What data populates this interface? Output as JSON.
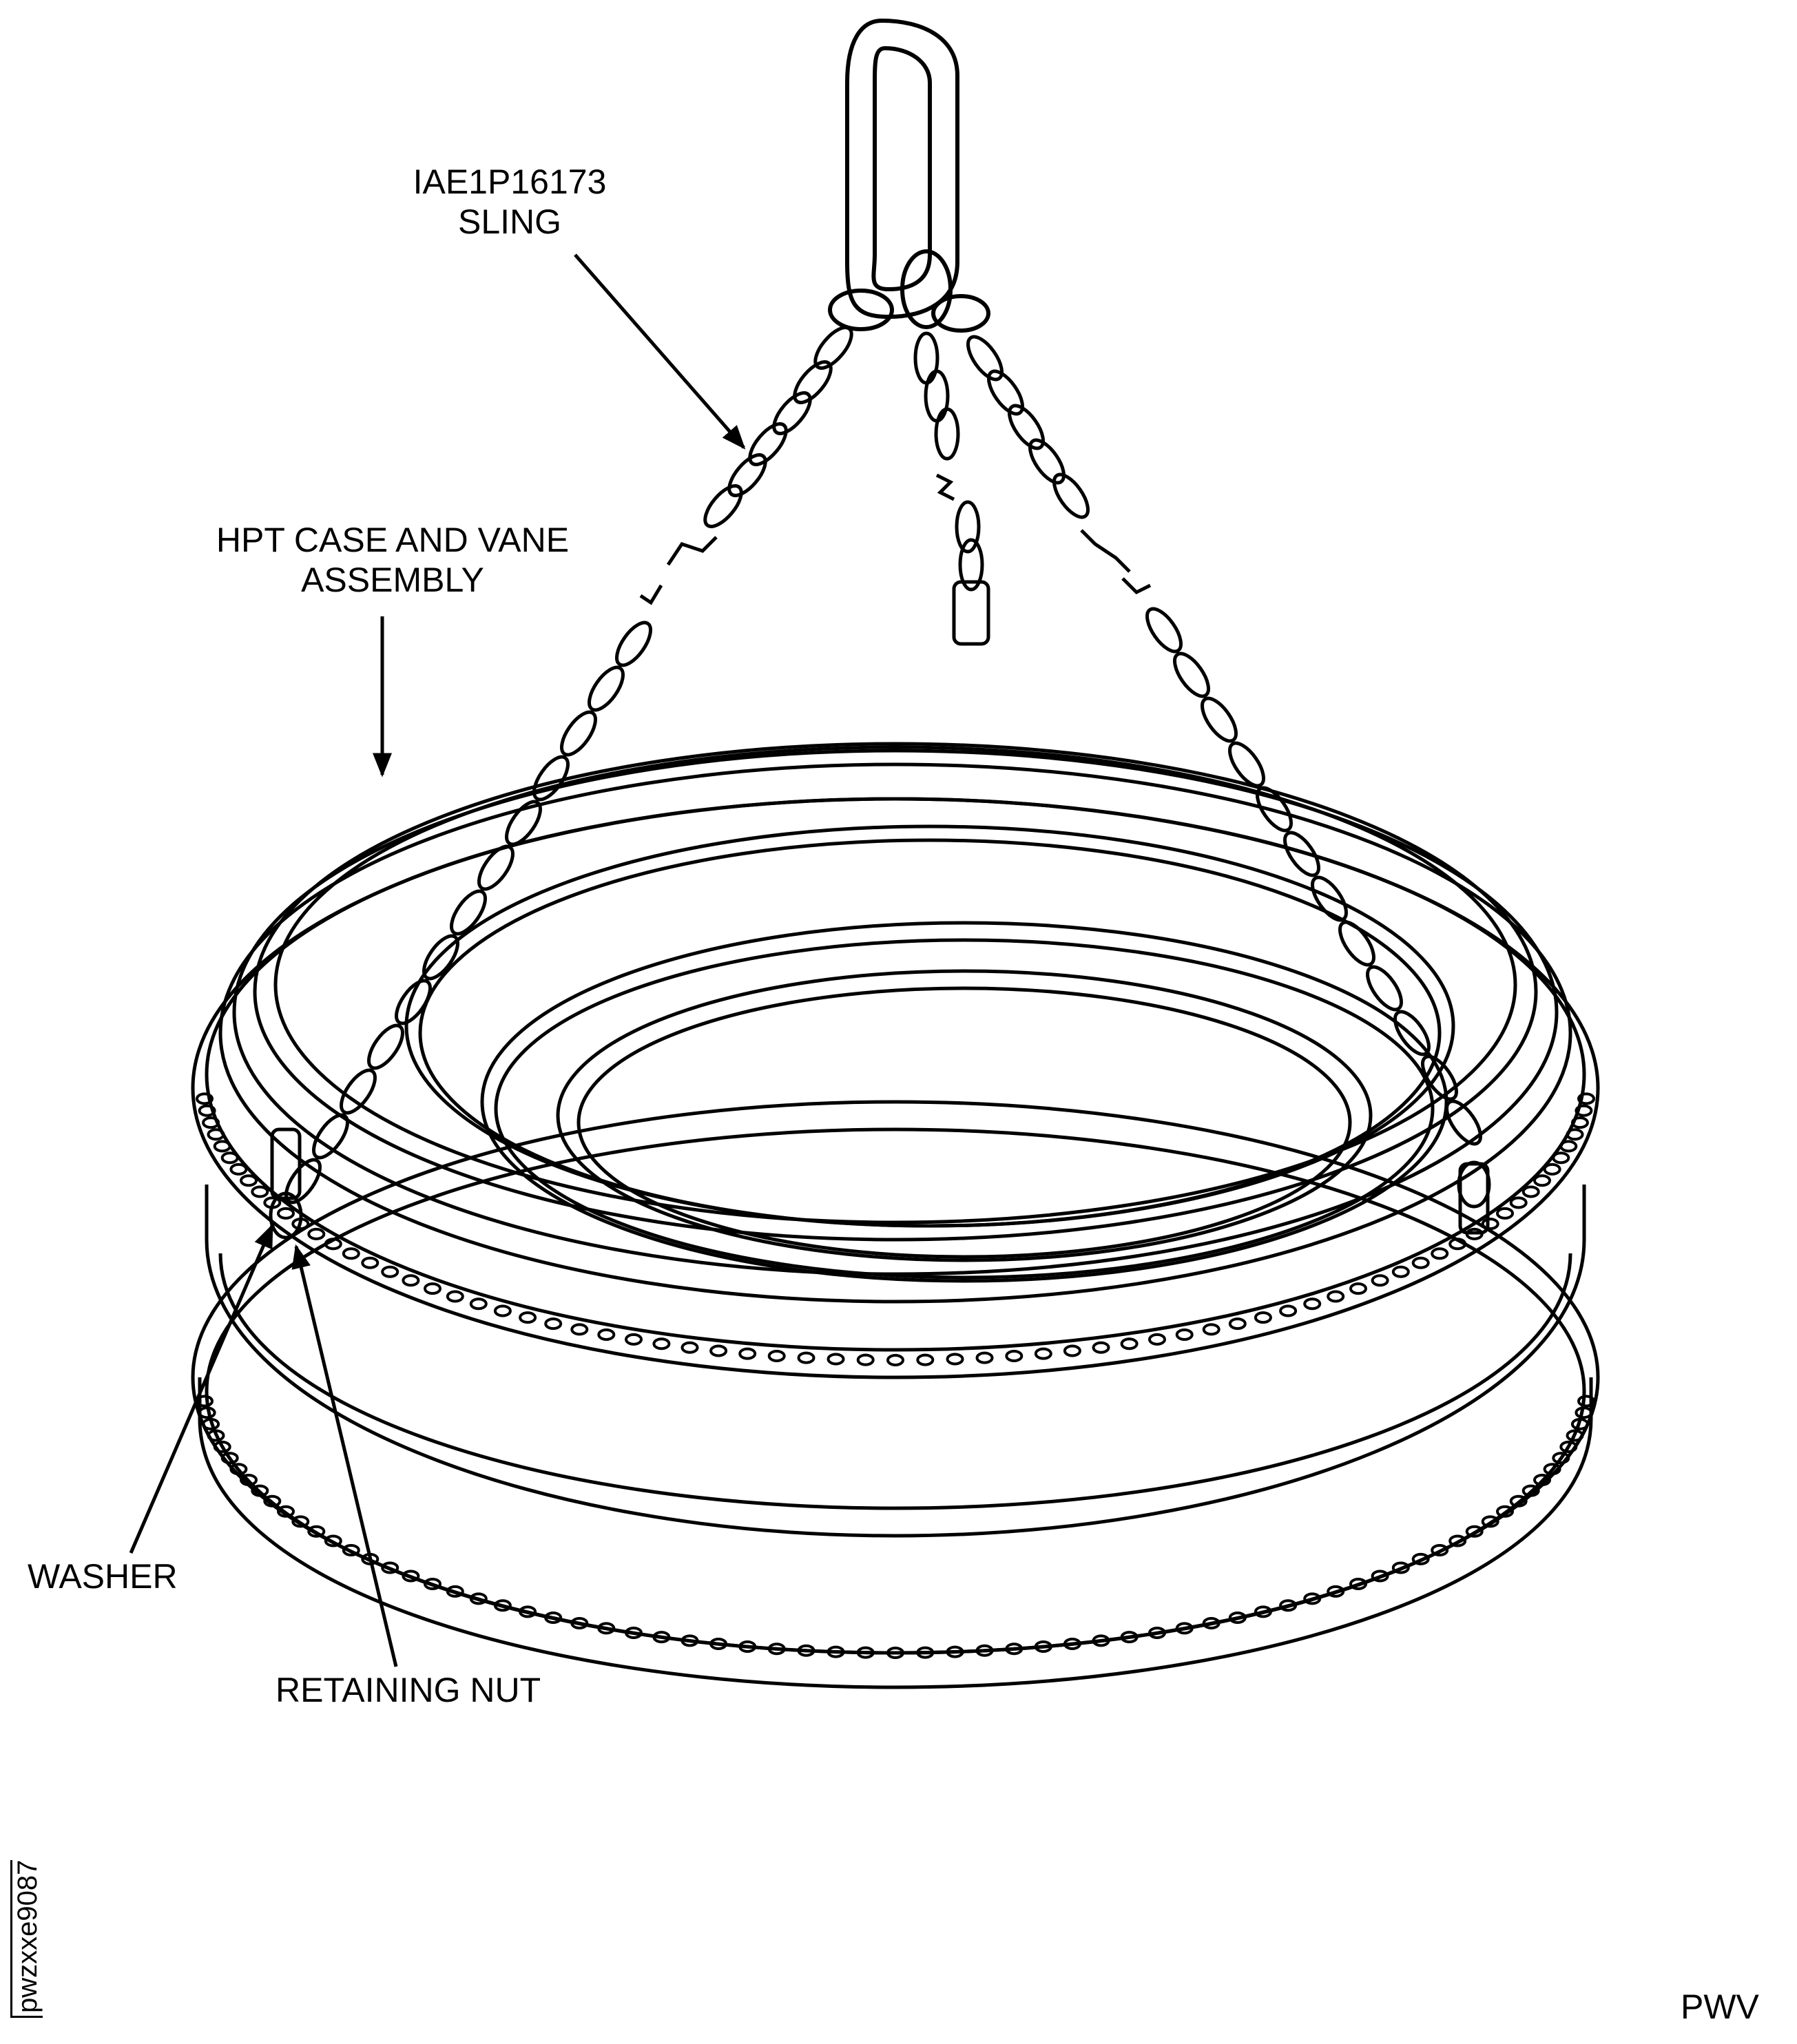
{
  "figure": {
    "labels": {
      "sling": [
        "IAE1P16173",
        "SLING"
      ],
      "hpt_assembly": [
        "HPT CASE AND VANE",
        "ASSEMBLY"
      ],
      "washer": "WASHER",
      "retaining_nut": "RETAINING NUT"
    },
    "drawing_code": "pwzxxe9087",
    "mark": "PWV"
  }
}
